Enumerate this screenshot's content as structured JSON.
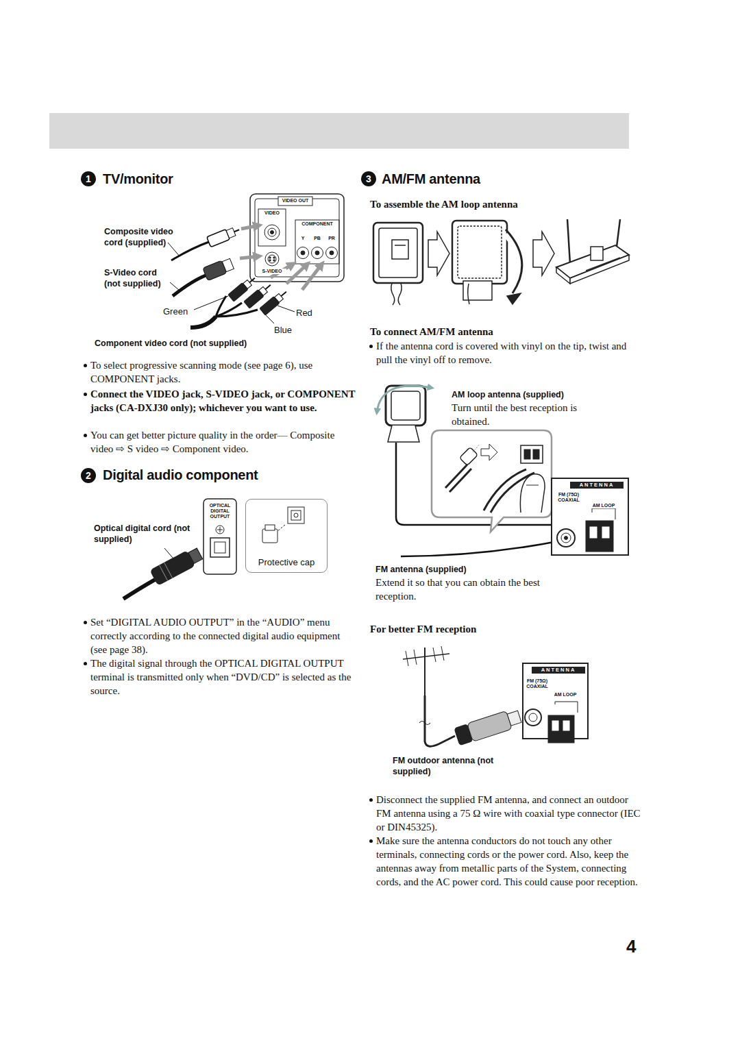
{
  "diagram": {
    "nodes": [
      {
        "text": [
          "Protective cap"
        ]
      }
    ],
    "labels": [
      "1",
      "TV/monitor",
      "VIDEO OUT",
      "VIDEO",
      "COMPONENT",
      "Y",
      "PB",
      "PR",
      "S-VIDEO",
      "Composite video cord (supplied)",
      "S-Video cord (not supplied)",
      "Green",
      "Red",
      "Blue",
      "Component video cord (not supplied)",
      "To select progressive scanning mode (see page 6), use COMPONENT jacks.",
      "Connect the VIDEO jack, S-VIDEO jack, or COMPONENT jacks (CA-DXJ30 only); whichever you want to use.",
      "You can get better picture quality in the order— Composite video ⇨ S video ⇨ Component video.",
      "2",
      "Digital audio component",
      "OPTICAL DIGITAL OUTPUT",
      "Optical digital cord (not supplied)",
      "Set “DIGITAL AUDIO OUTPUT” in the “AUDIO” menu correctly according to the connected digital audio equipment (see page 38).",
      "The digital signal through the OPTICAL DIGITAL OUTPUT terminal is transmitted only when “DVD/CD” is selected as the source.",
      "3",
      "AM/FM antenna",
      "To assemble the AM loop antenna",
      "To connect AM/FM antenna",
      "If the antenna cord is covered with vinyl on the tip, twist and pull the vinyl off to remove.",
      "AM loop antenna (supplied)",
      "Turn until the best reception is obtained.",
      "ANTENNA",
      "FM (75Ω) COAXIAL",
      "AM LOOP",
      "FM antenna (supplied)",
      "Extend it so that you can obtain the best reception.",
      "For better FM reception",
      "ANTENNA",
      "FM (75Ω) COAXIAL",
      "AM LOOP",
      "FM outdoor antenna (not supplied)",
      "Disconnect the supplied FM antenna, and connect an outdoor FM antenna using a 75 Ω wire with coaxial type connector (IEC or DIN45325).",
      "Make sure the antenna conductors do not touch any other terminals, connecting cords or the power cord. Also, keep the antennas away from metallic parts of the System, connecting cords, and the AC power cord. This could cause poor reception.",
      "4"
    ]
  }
}
